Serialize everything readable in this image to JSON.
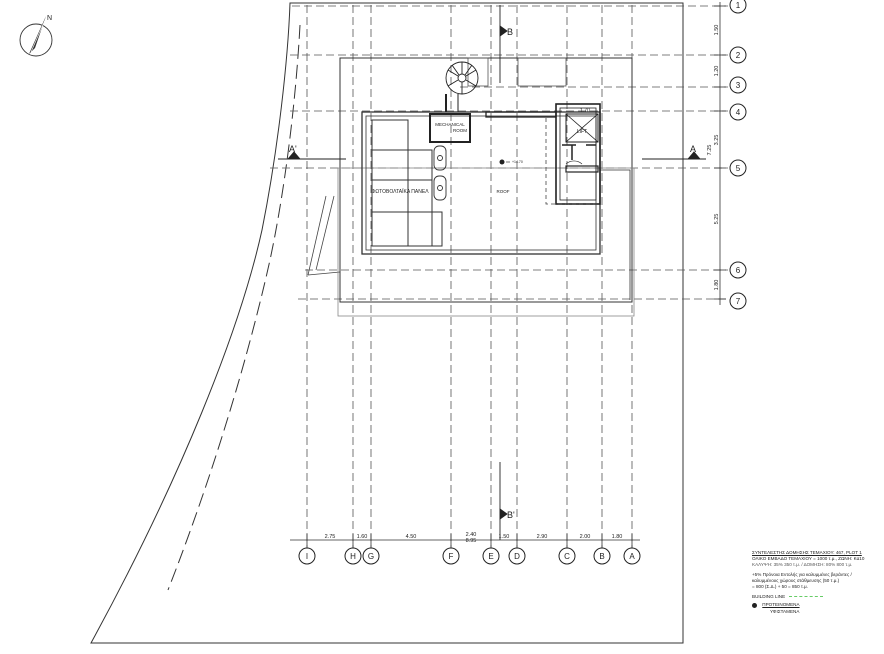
{
  "north_label": "N",
  "grid_rows": [
    {
      "label": "1"
    },
    {
      "label": "2"
    },
    {
      "label": "3"
    },
    {
      "label": "4"
    },
    {
      "label": "5"
    },
    {
      "label": "6"
    },
    {
      "label": "7"
    }
  ],
  "grid_cols": [
    {
      "label": "I"
    },
    {
      "label": "H"
    },
    {
      "label": "G"
    },
    {
      "label": "F"
    },
    {
      "label": "E"
    },
    {
      "label": "D"
    },
    {
      "label": "C"
    },
    {
      "label": "B"
    },
    {
      "label": "A"
    }
  ],
  "col_dims": [
    "2.75",
    "1.60",
    "4.50",
    "2.40",
    "1.50",
    "2.90",
    "2.00",
    "1.80"
  ],
  "col_dim_extra": "8.95",
  "row_dims": [
    "1.50",
    "1.20",
    "3.25",
    "7.25",
    "5.25",
    "1.80"
  ],
  "sections": {
    "a": "A",
    "a_prime": "A'",
    "b": "B",
    "b_prime": "B'"
  },
  "room_labels": {
    "mechanical_1": "MECHANICAL",
    "mechanical_2": "ROOM",
    "pv": "ΦΩΤΟΒΟΛΤΑΪΚΑ ΠΑΝΕΛ",
    "roof": "ROOF",
    "lift": "LIFT",
    "level": "+14.70",
    "stair_dim": "1.70"
  },
  "notes": {
    "title": "ΣΥΝΤΕΛΕΣΤΗΣ ΔΟΜΗΣΗΣ ΤΕΜΑΧΙΟΥ: 467, PLOT 1",
    "line1": "ΟΛΙΚΟ ΕΜΒΑΔΟ ΤΕΜΑΧΙΟΥ = 1000 τ.μ., ΖΩΝΗ: Κα10",
    "line2": "ΚΑΛΥΨΗ: 35%   350 τ.μ. / ΔΟΜΗΣΗ: 80%   800 τ.μ.",
    "line3": "+5% Πρόνοια Εντολής για καλυμμένες βεράντες /",
    "line4": "καλυμμένους χώρους στάθμευσης (50 τ.μ.)",
    "line5": "= 800 (Σ.Δ.) + 50 = 850 τ.μ.",
    "building_line": "BUILDING LINE",
    "legend1": "ΠΡΟΤΕΙΝΟΜΕΝΑ",
    "legend2": "ΥΦΙΣΤΑΜΕΝΑ"
  }
}
